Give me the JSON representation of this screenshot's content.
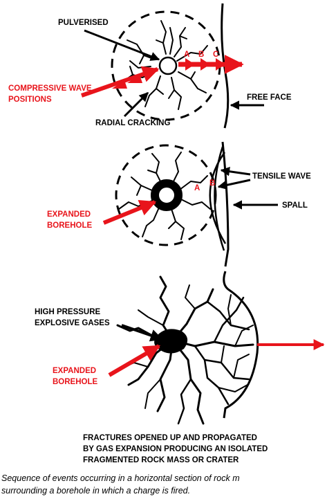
{
  "panel_1": {
    "labels": {
      "pulverised": "PULVERISED",
      "compressive_wave_line1": "COMPRESSIVE WAVE",
      "compressive_wave_line2": "POSITIONS",
      "radial_cracking": "RADIAL CRACKING",
      "free_face": "FREE FACE",
      "wave_a": "A",
      "wave_b": "B",
      "wave_c": "C"
    }
  },
  "panel_2": {
    "labels": {
      "tensile_wave": "TENSILE WAVE",
      "spall": "SPALL",
      "expanded_borehole_line1": "EXPANDED",
      "expanded_borehole_line2": "BOREHOLE",
      "wave_a": "A",
      "wave_b": "B"
    }
  },
  "panel_3": {
    "labels": {
      "high_pressure_line1": "HIGH PRESSURE",
      "high_pressure_line2": "EXPLOSIVE GASES",
      "expanded_borehole_line1": "EXPANDED",
      "expanded_borehole_line2": "BOREHOLE",
      "fractures_line1": "FRACTURES OPENED UP AND PROPAGATED",
      "fractures_line2": "BY GAS EXPANSION PRODUCING AN ISOLATED",
      "fractures_line3": "FRAGMENTED ROCK MASS OR CRATER"
    }
  },
  "caption": {
    "line1": "Sequence of events occurring in a horizontal section of rock m",
    "line2": "surrounding a borehole in which a charge is fired."
  },
  "colors": {
    "accent_red": "#e8141b",
    "ink": "#000000"
  }
}
